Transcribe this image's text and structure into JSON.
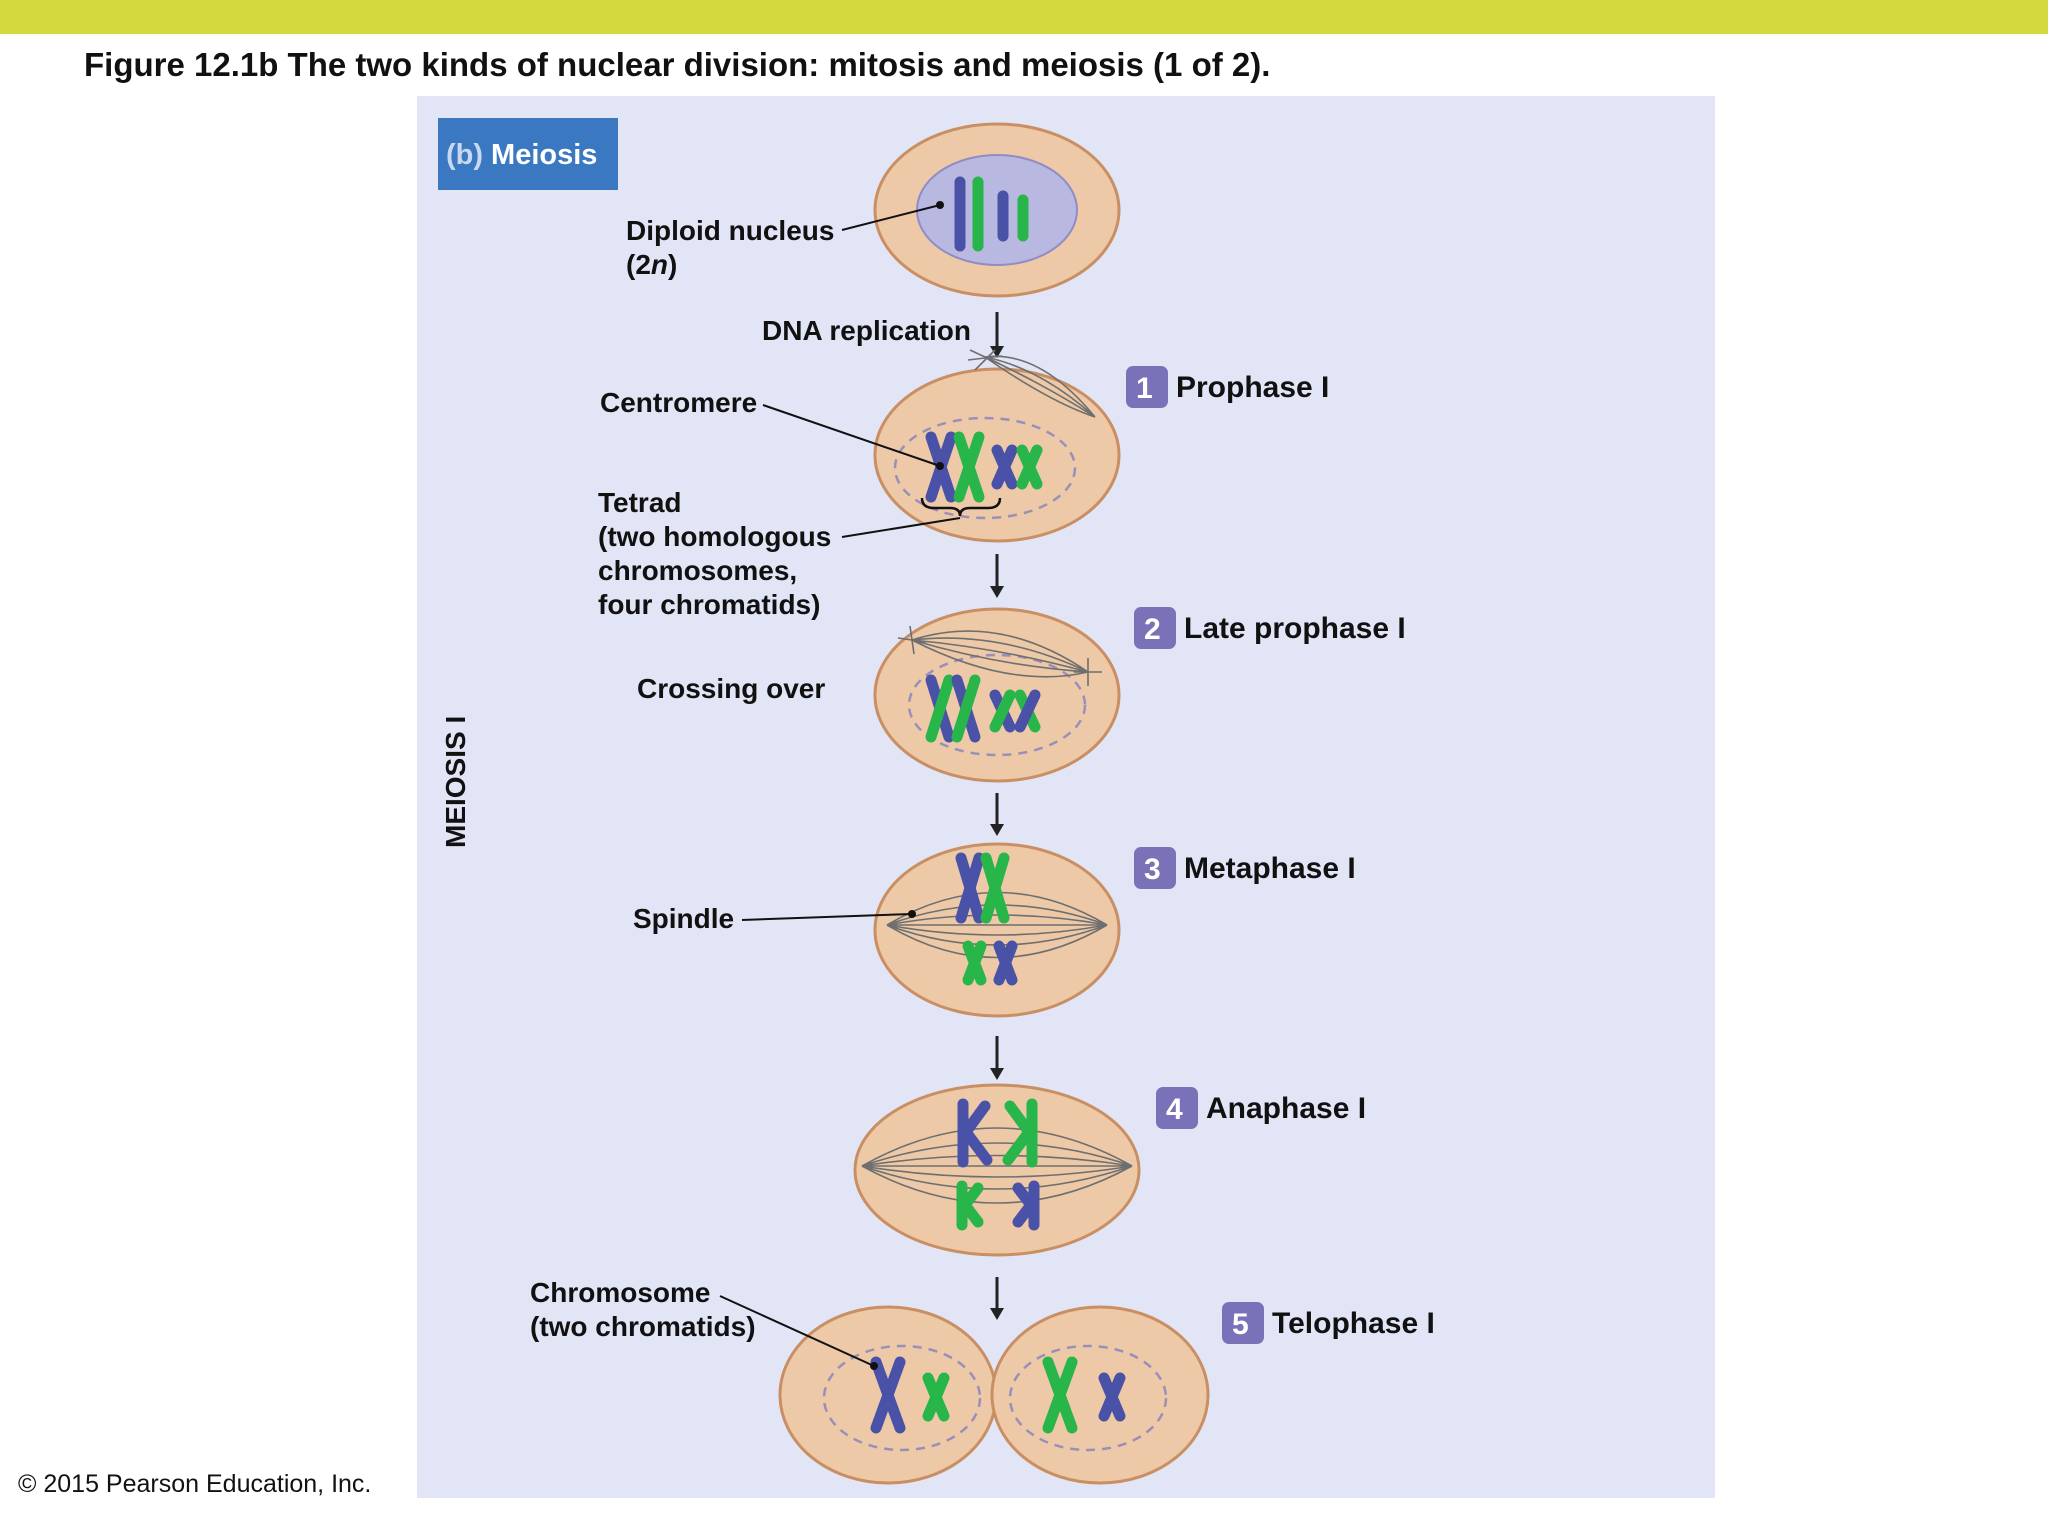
{
  "figure_title": "Figure 12.1b  The two kinds of nuclear division: mitosis and meiosis (1 of 2).",
  "panel_badge": {
    "prefix": "(b)",
    "label": "Meiosis"
  },
  "side_label": "MEIOSIS I",
  "labels": {
    "diploid_nucleus": [
      "Diploid nucleus",
      "(2",
      "n",
      ")"
    ],
    "dna_replication": "DNA replication",
    "centromere": "Centromere",
    "tetrad": [
      "Tetrad",
      "(two homologous",
      "chromosomes,",
      "four chromatids)"
    ],
    "crossing_over": "Crossing over",
    "spindle": "Spindle",
    "chromosome": [
      "Chromosome",
      "(two chromatids)"
    ]
  },
  "stages": [
    {
      "number": "1",
      "name": "Prophase I"
    },
    {
      "number": "2",
      "name": "Late prophase I"
    },
    {
      "number": "3",
      "name": "Metaphase I"
    },
    {
      "number": "4",
      "name": "Anaphase I"
    },
    {
      "number": "5",
      "name": "Telophase I"
    }
  ],
  "copyright": "© 2015 Pearson Education, Inc.",
  "colors": {
    "top_bar": "#d4d93c",
    "panel_background": "#e1e5f6",
    "badge": "#3a78c2",
    "step_badge": "#7a72b8",
    "cell": "#edc9a8",
    "chromosome_purple": "#4a52a8",
    "chromosome_green": "#28b54a"
  }
}
